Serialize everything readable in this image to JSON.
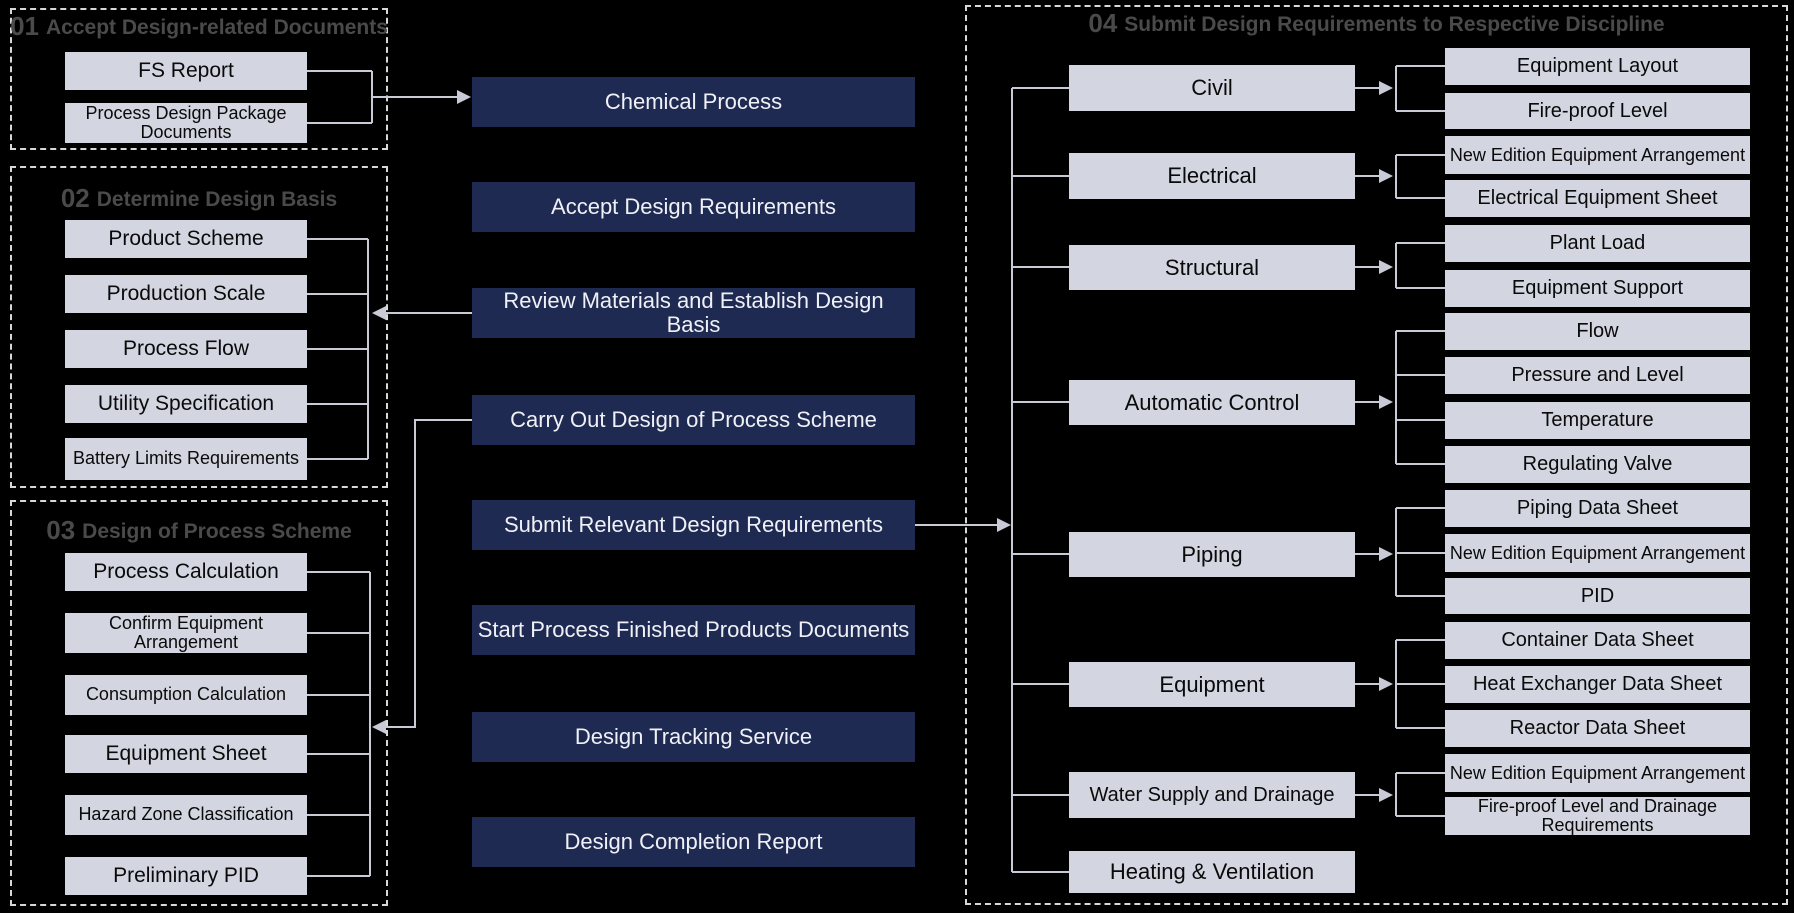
{
  "colors": {
    "background": "#000000",
    "step_box": "#1F2A52",
    "step_text": "#EFF1F6",
    "item_box": "#D3D5E0",
    "item_text": "#0A0A0A",
    "connector": "#C8CBD6",
    "group_border": "#D8D8D8",
    "group_title": "#4A4A4A"
  },
  "groups": [
    {
      "number": "01",
      "title": "Accept Design-related Documents",
      "items": [
        "FS Report",
        "Process Design Package Documents"
      ]
    },
    {
      "number": "02",
      "title": "Determine Design Basis",
      "items": [
        "Product  Scheme",
        "Production Scale",
        "Process Flow",
        "Utility Specification",
        "Battery Limits Requirements"
      ]
    },
    {
      "number": "03",
      "title": "Design of Process Scheme",
      "items": [
        "Process Calculation",
        "Confirm Equipment Arrangement",
        "Consumption Calculation",
        "Equipment Sheet",
        "Hazard Zone Classification",
        "Preliminary PID"
      ]
    },
    {
      "number": "04",
      "title": "Submit Design Requirements to Respective Discipline",
      "disciplines": [
        "Civil",
        "Electrical",
        "Structural",
        "Automatic Control",
        "Piping",
        "Equipment",
        "Water Supply and Drainage",
        "Heating & Ventilation"
      ],
      "deliverables": [
        "Equipment Layout",
        "Fire-proof Level",
        "New Edition Equipment Arrangement",
        "Electrical Equipment Sheet",
        "Plant Load",
        "Equipment Support",
        "Flow",
        "Pressure and Level",
        "Temperature",
        "Regulating Valve",
        "Piping Data Sheet",
        "New Edition Equipment Arrangement",
        "PID",
        "Container Data Sheet",
        "Heat Exchanger Data Sheet",
        "Reactor Data Sheet",
        "New Edition Equipment Arrangement",
        "Fire-proof Level and Drainage Requirements"
      ]
    }
  ],
  "process_steps": [
    "Chemical Process",
    "Accept Design Requirements",
    "Review Materials and Establish Design Basis",
    "Carry Out Design of Process Scheme",
    "Submit Relevant Design Requirements",
    "Start Process Finished Products Documents",
    "Design Tracking Service",
    "Design Completion Report"
  ]
}
